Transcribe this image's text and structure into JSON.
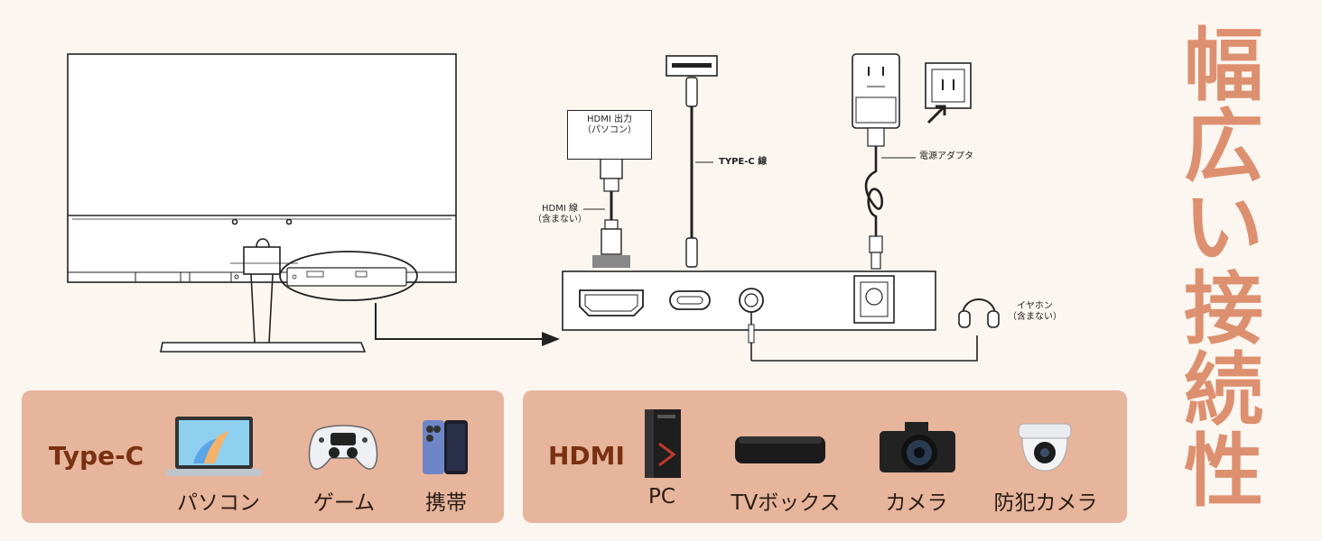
{
  "title_chars": [
    "幅",
    "広",
    "い",
    "接",
    "続",
    "性"
  ],
  "labels": {
    "hdmi_output": "HDMI 出力",
    "hdmi_output_sub": "（パソコン）",
    "hdmi_cable": "HDMI 線",
    "hdmi_cable_sub": "（含まない）",
    "typec_cable": "TYPE-C 線",
    "power_adapter": "電源アダプタ",
    "earphone": "イヤホン",
    "earphone_sub": "（含まない）"
  },
  "panels": {
    "typec": {
      "label": "Type-C",
      "devices": [
        {
          "name": "パソコン",
          "icon": "laptop-icon"
        },
        {
          "name": "ゲーム",
          "icon": "gamepad-icon"
        },
        {
          "name": "携帯",
          "icon": "smartphone-icon"
        }
      ]
    },
    "hdmi": {
      "label": "HDMI",
      "devices": [
        {
          "name": "PC",
          "icon": "desktop-tower-icon"
        },
        {
          "name": "TVボックス",
          "icon": "tv-box-icon"
        },
        {
          "name": "カメラ",
          "icon": "camera-icon"
        },
        {
          "name": "防犯カメラ",
          "icon": "security-camera-icon"
        }
      ]
    }
  },
  "colors": {
    "background": "#fcf6f0",
    "panel": "#e6b59c",
    "panel_label": "#7a3012",
    "title": "#dd906f"
  }
}
